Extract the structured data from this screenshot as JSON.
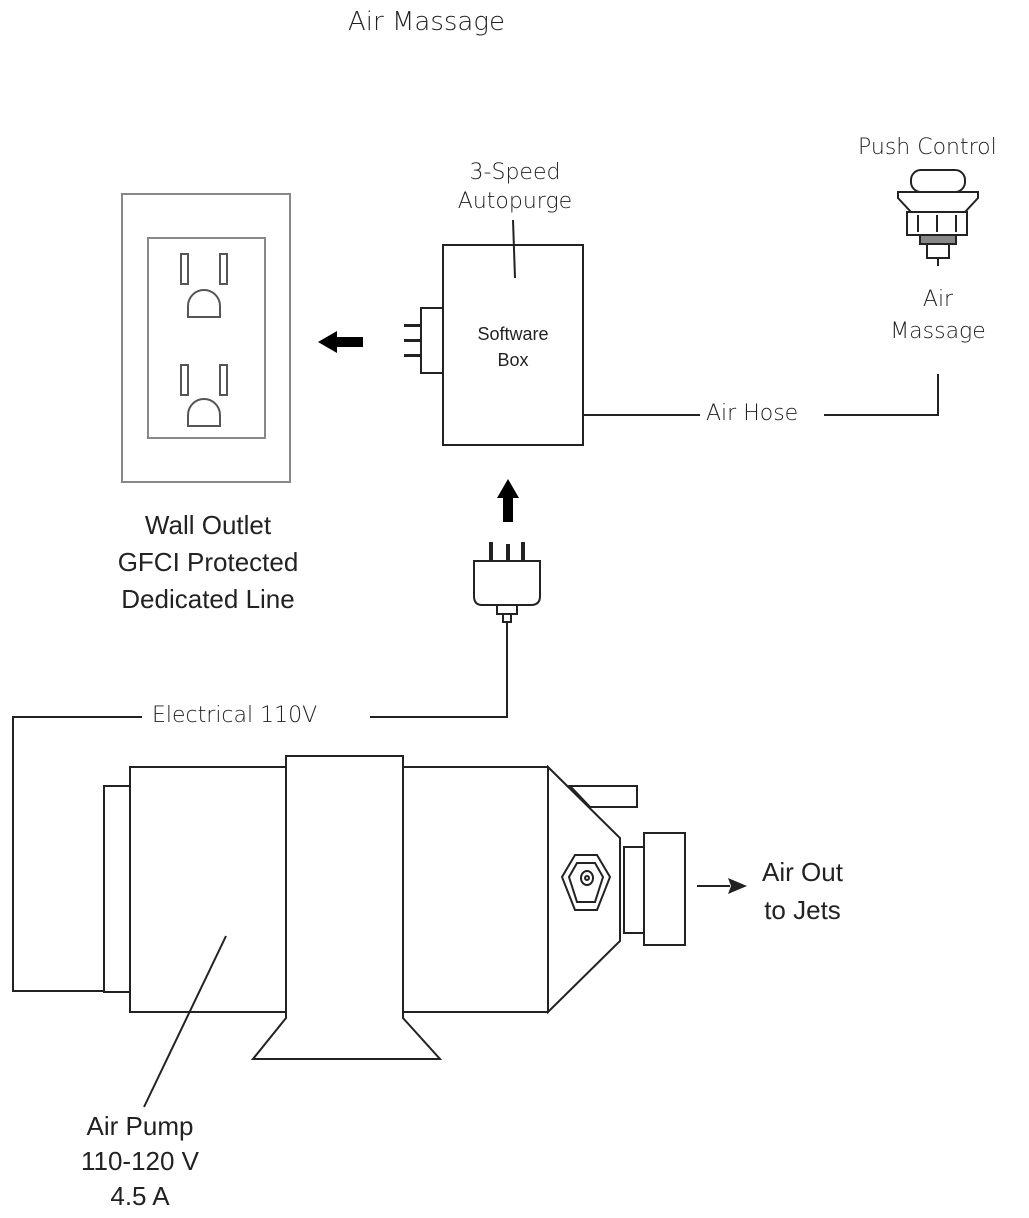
{
  "title": "Air Massage",
  "outlet": {
    "lines": [
      "Wall Outlet",
      "GFCI Protected",
      "Dedicated Line"
    ]
  },
  "software_box": {
    "speed_lines": [
      "3-Speed",
      "Autopurge"
    ],
    "box_lines": [
      "Software",
      "Box"
    ]
  },
  "push_control": {
    "title": "Push Control",
    "lines": [
      "Air",
      "Massage"
    ]
  },
  "air_hose": {
    "label": "Air Hose"
  },
  "electrical": {
    "label": "Electrical 110V"
  },
  "air_out": {
    "lines": [
      "Air Out",
      "to Jets"
    ]
  },
  "pump": {
    "lines": [
      "Air Pump",
      "110-120 V",
      "4.5 A"
    ]
  },
  "colors": {
    "line": "#222222",
    "outlet_frame": "#888888",
    "background": "#ffffff"
  }
}
